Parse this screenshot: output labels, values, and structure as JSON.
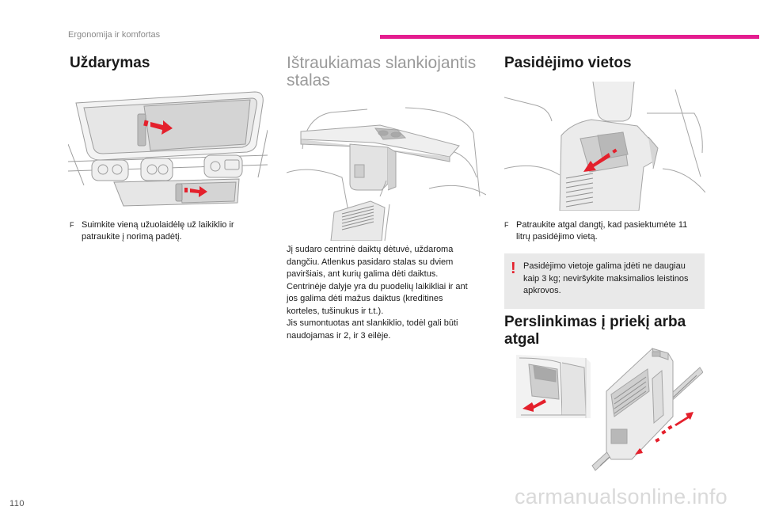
{
  "page": {
    "section": "Ergonomija ir komfortas",
    "number": "110",
    "watermark": "carmanualsonline.info",
    "accent_color": "#e41d8f",
    "arrow_color": "#e4202c"
  },
  "col1": {
    "title": "Uždarymas",
    "bullet_glyph": "F",
    "bullet": "Suimkite vieną užuolaidėlę už laikiklio ir patraukite į norimą padėtį."
  },
  "col2": {
    "title": "Ištraukiamas slankiojantis stalas",
    "paragraphs": [
      "Jį sudaro centrinė daiktų dėtuvė, uždaroma dangčiu. Atlenkus pasidaro stalas su dviem paviršiais, ant kurių galima dėti daiktus.",
      "Centrinėje dalyje yra du puodelių laikikliai ir ant jos galima dėti mažus daiktus (kreditines korteles, tušinukus ir t.t.).",
      "Jis sumontuotas ant slankiklio, todėl gali būti naudojamas ir 2, ir 3 eilėje."
    ]
  },
  "col3": {
    "title": "Pasidėjimo vietos",
    "bullet_glyph": "F",
    "bullet": "Patraukite atgal dangtį, kad pasiektumėte 11 litrų pasidėjimo vietą.",
    "warning_glyph": "!",
    "warning": "Pasidėjimo vietoje galima įdėti ne daugiau kaip 3 kg; neviršykite maksimalios leistinos apkrovos.",
    "title2": "Perslinkimas į priekį arba atgal"
  }
}
